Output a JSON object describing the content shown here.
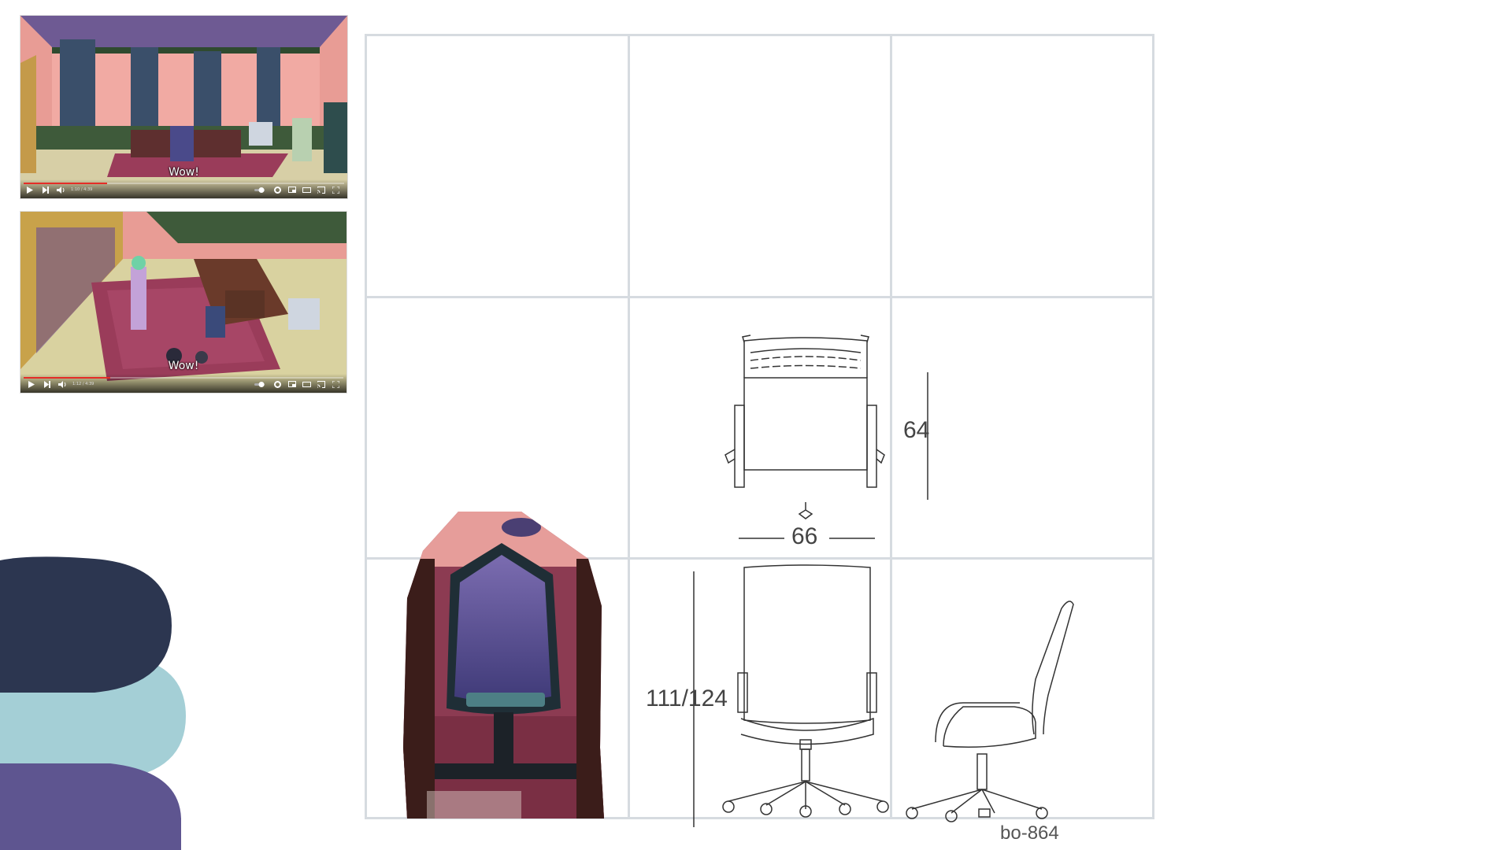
{
  "videos": [
    {
      "subtitle": "Wow!",
      "time_display": "1:10 / 4:39",
      "progress_fraction": 0.26
    },
    {
      "subtitle": "Wow!",
      "time_display": "1:12 / 4:39",
      "progress_fraction": 0.27
    }
  ],
  "icons": {
    "play": "play-icon",
    "next": "next-icon",
    "volume": "volume-icon",
    "autoplay": "autoplay-toggle-icon",
    "settings": "gear-icon",
    "miniplayer": "miniplayer-icon",
    "theater": "theater-mode-icon",
    "cast": "cast-icon",
    "fullscreen": "fullscreen-icon"
  },
  "blob_colors": [
    "#2c3650",
    "#a4cfd6",
    "#5e5590"
  ],
  "drawing": {
    "depth_label": "64",
    "width_label": "66",
    "height_label": "111/124",
    "model_code": "bo-864"
  }
}
